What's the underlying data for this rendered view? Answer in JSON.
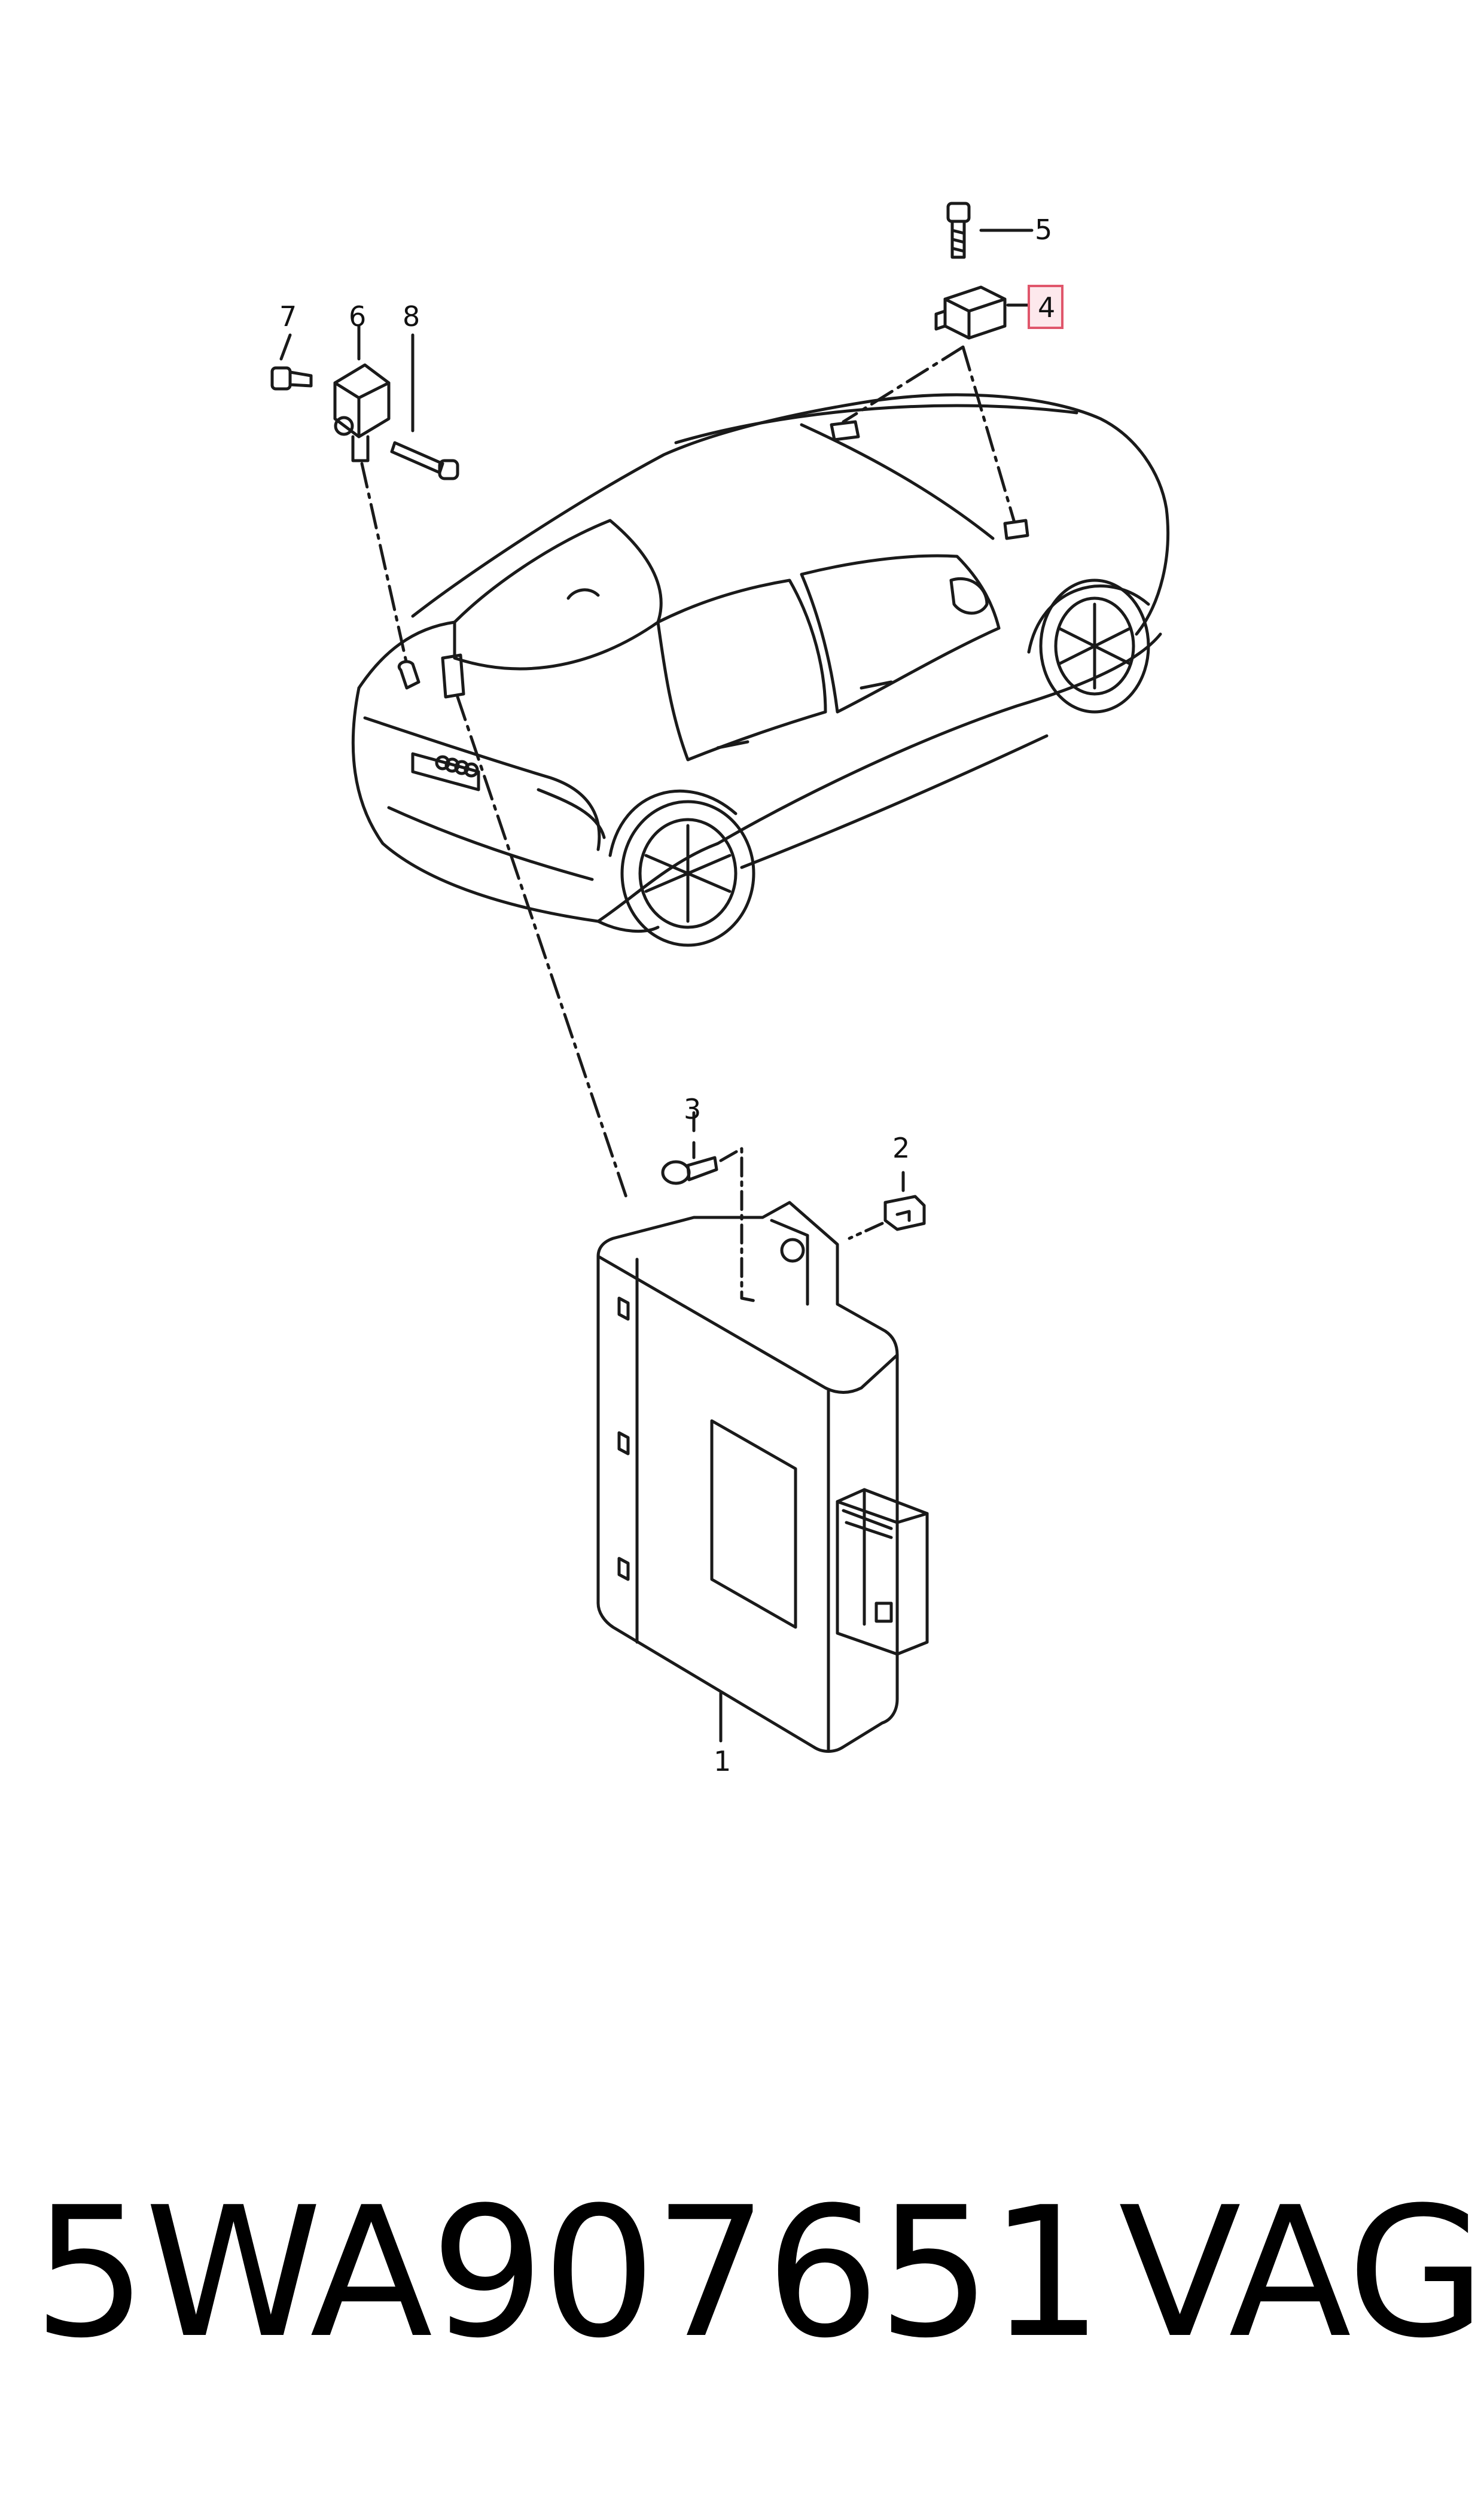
{
  "callouts": {
    "c1": "1",
    "c2": "2",
    "c3": "3",
    "c4": "4",
    "c5": "5",
    "c6": "6",
    "c7": "7",
    "c8": "8"
  },
  "footer": {
    "part_number": "5WA907651",
    "brand": "VAG"
  },
  "colors": {
    "line": "#1a1a1a",
    "highlight_box": "#e0566b"
  }
}
